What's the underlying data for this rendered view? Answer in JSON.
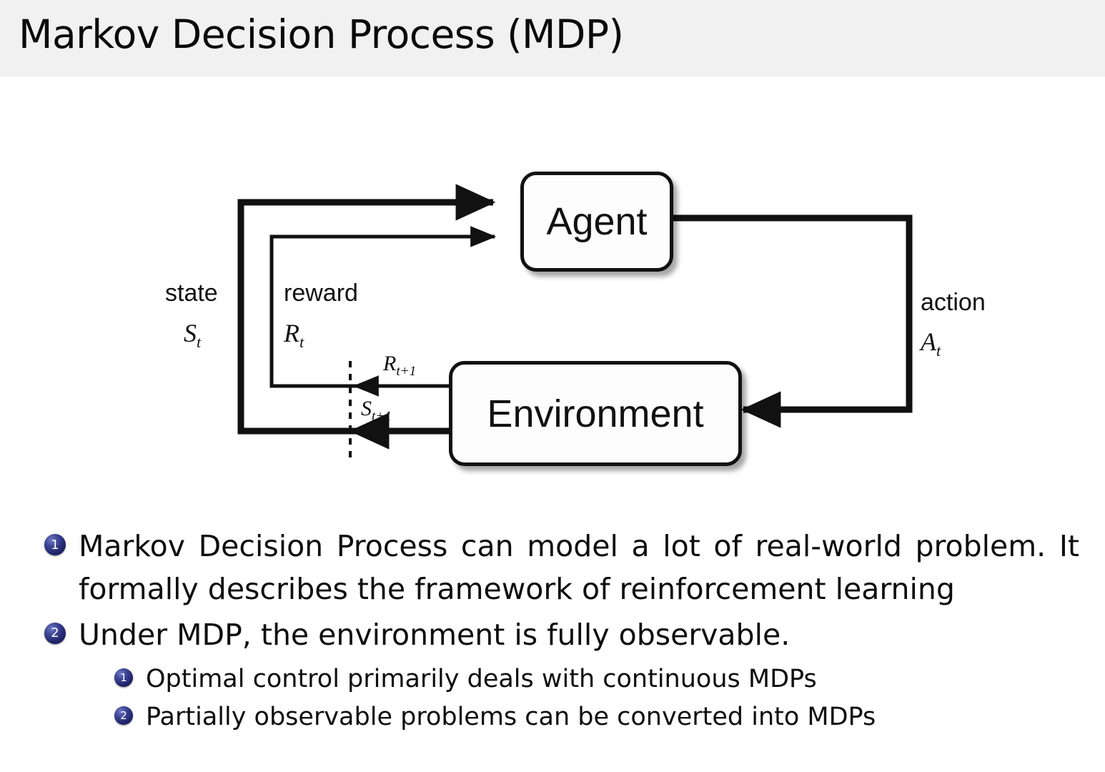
{
  "slide": {
    "title": "Markov Decision Process (MDP)"
  },
  "diagram": {
    "name": "agent-environment-interaction-loop",
    "nodes": {
      "agent": "Agent",
      "environment": "Environment"
    },
    "labels": {
      "state_word": "state",
      "state_symbol": "S",
      "state_symbol_sub": "t",
      "reward_word": "reward",
      "reward_symbol": "R",
      "reward_symbol_sub": "t",
      "action_word": "action",
      "action_symbol": "A",
      "action_symbol_sub": "t",
      "next_reward_symbol": "R",
      "next_reward_sub": "t+1",
      "next_state_symbol": "S",
      "next_state_sub": "t+1"
    },
    "colors": {
      "stroke": "#111111",
      "box_fill": "#fdfdfd"
    }
  },
  "bullets": [
    {
      "number": "1",
      "level": 1,
      "text": "Markov Decision Process can model a lot of real-world problem. It formally describes the framework of reinforcement learning"
    },
    {
      "number": "2",
      "level": 1,
      "text": "Under MDP, the environment is fully observable."
    },
    {
      "number": "1",
      "level": 2,
      "text": "Optimal control primarily deals with continuous MDPs"
    },
    {
      "number": "2",
      "level": 2,
      "text": "Partially observable problems can be converted into MDPs"
    }
  ],
  "theme": {
    "header_background": "#f1f1f1",
    "page_background": "#ffffff",
    "bullet_badge_color": "#22256b",
    "text_color": "#0d0d0d"
  }
}
